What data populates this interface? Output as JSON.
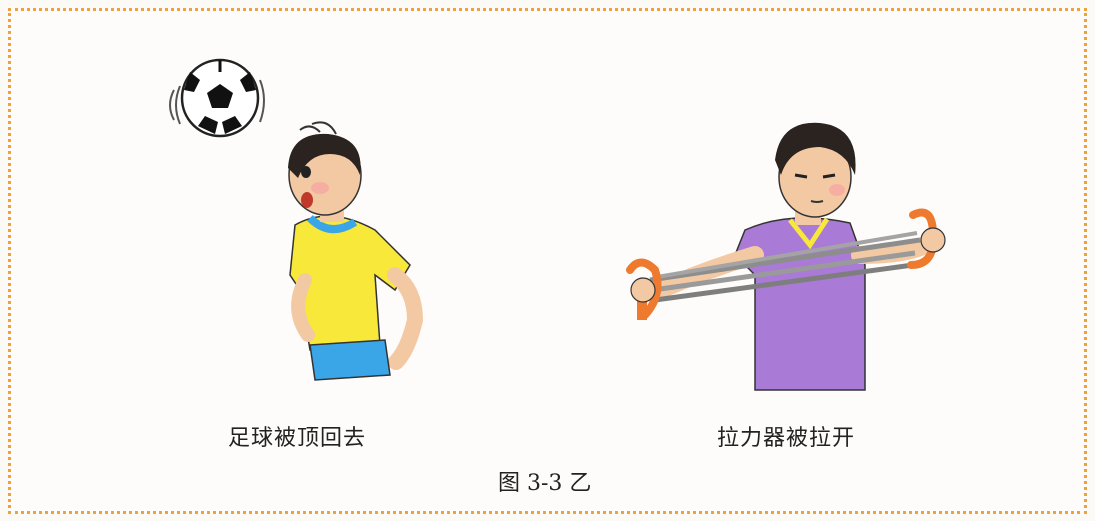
{
  "captions": {
    "left": "足球被顶回去",
    "right": "拉力器被拉开"
  },
  "figure_title": "图 3-3 乙",
  "colors": {
    "frame_border": "#f0a23a",
    "yellow_shirt": "#f7e83a",
    "purple_shirt": "#a97ad6",
    "orange_handle": "#ee7a2f",
    "blue_shorts": "#3aa6e8"
  },
  "icons": {
    "left_illustration": "boy-heading-soccer-ball",
    "right_illustration": "boy-pulling-chest-expander"
  }
}
